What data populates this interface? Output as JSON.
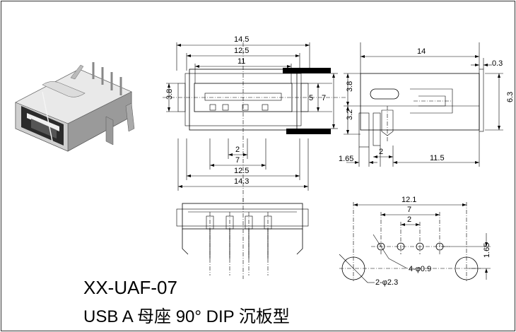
{
  "title": {
    "part_number": "XX-UAF-07",
    "description": "USB A 母座 90° DIP 沉板型"
  },
  "front_view": {
    "width_overall": "14.5",
    "width_shell": "12.5",
    "width_opening": "11",
    "height_left": "3.8",
    "height_inner": "5",
    "height_overall": "7",
    "pin_pitch": "2",
    "pin_span": "7",
    "foot_width": "12.5",
    "bottom_width": "14.3"
  },
  "side_view": {
    "length": "14",
    "flange": "0.3",
    "upper_height": "3.8",
    "lower_height": "3.2",
    "overall_height": "6.3",
    "front_offset": "1.65",
    "pin_pitch": "2",
    "pin_to_tab": "11.5"
  },
  "footprint": {
    "tab_span": "12.1",
    "pin_span": "7",
    "pin_pitch": "2",
    "row_offset": "1.65",
    "pin_holes": "4-φ0.9",
    "tab_holes": "2-φ2.3"
  }
}
